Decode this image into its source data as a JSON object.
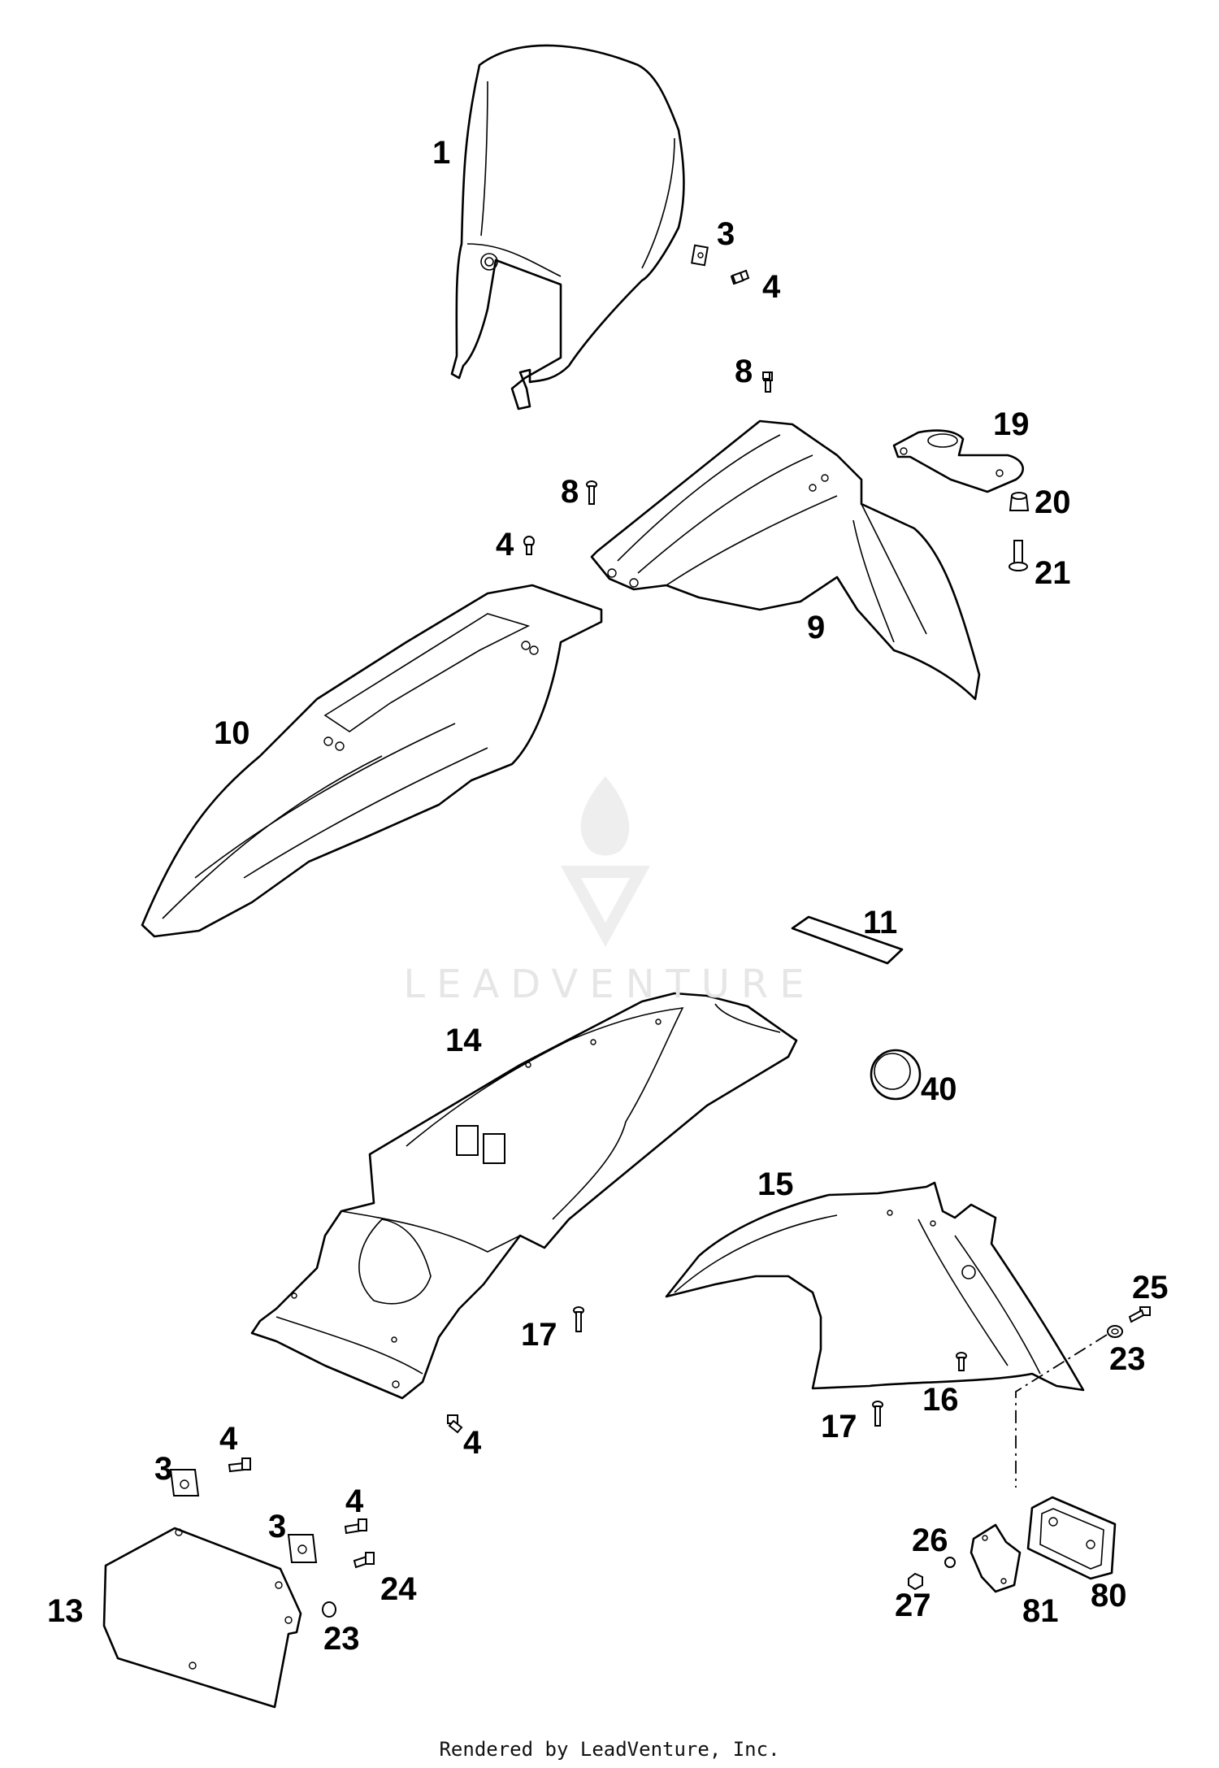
{
  "watermark": {
    "text": "LEADVENTURE"
  },
  "footer": {
    "text": "Rendered by LeadVenture, Inc."
  },
  "callouts": {
    "c1": "1",
    "c3a": "3",
    "c4a": "4",
    "c8a": "8",
    "c8b": "8",
    "c19": "19",
    "c20": "20",
    "c21": "21",
    "c4b": "4",
    "c9": "9",
    "c10": "10",
    "c11": "11",
    "c14": "14",
    "c40": "40",
    "c15": "15",
    "c25": "25",
    "c23a": "23",
    "c17a": "17",
    "c16": "16",
    "c17b": "17",
    "c4c": "4",
    "c4d": "4",
    "c3b": "3",
    "c4e": "4",
    "c3c": "3",
    "c24": "24",
    "c13": "13",
    "c23b": "23",
    "c26": "26",
    "c27": "27",
    "c81": "81",
    "c80": "80"
  }
}
